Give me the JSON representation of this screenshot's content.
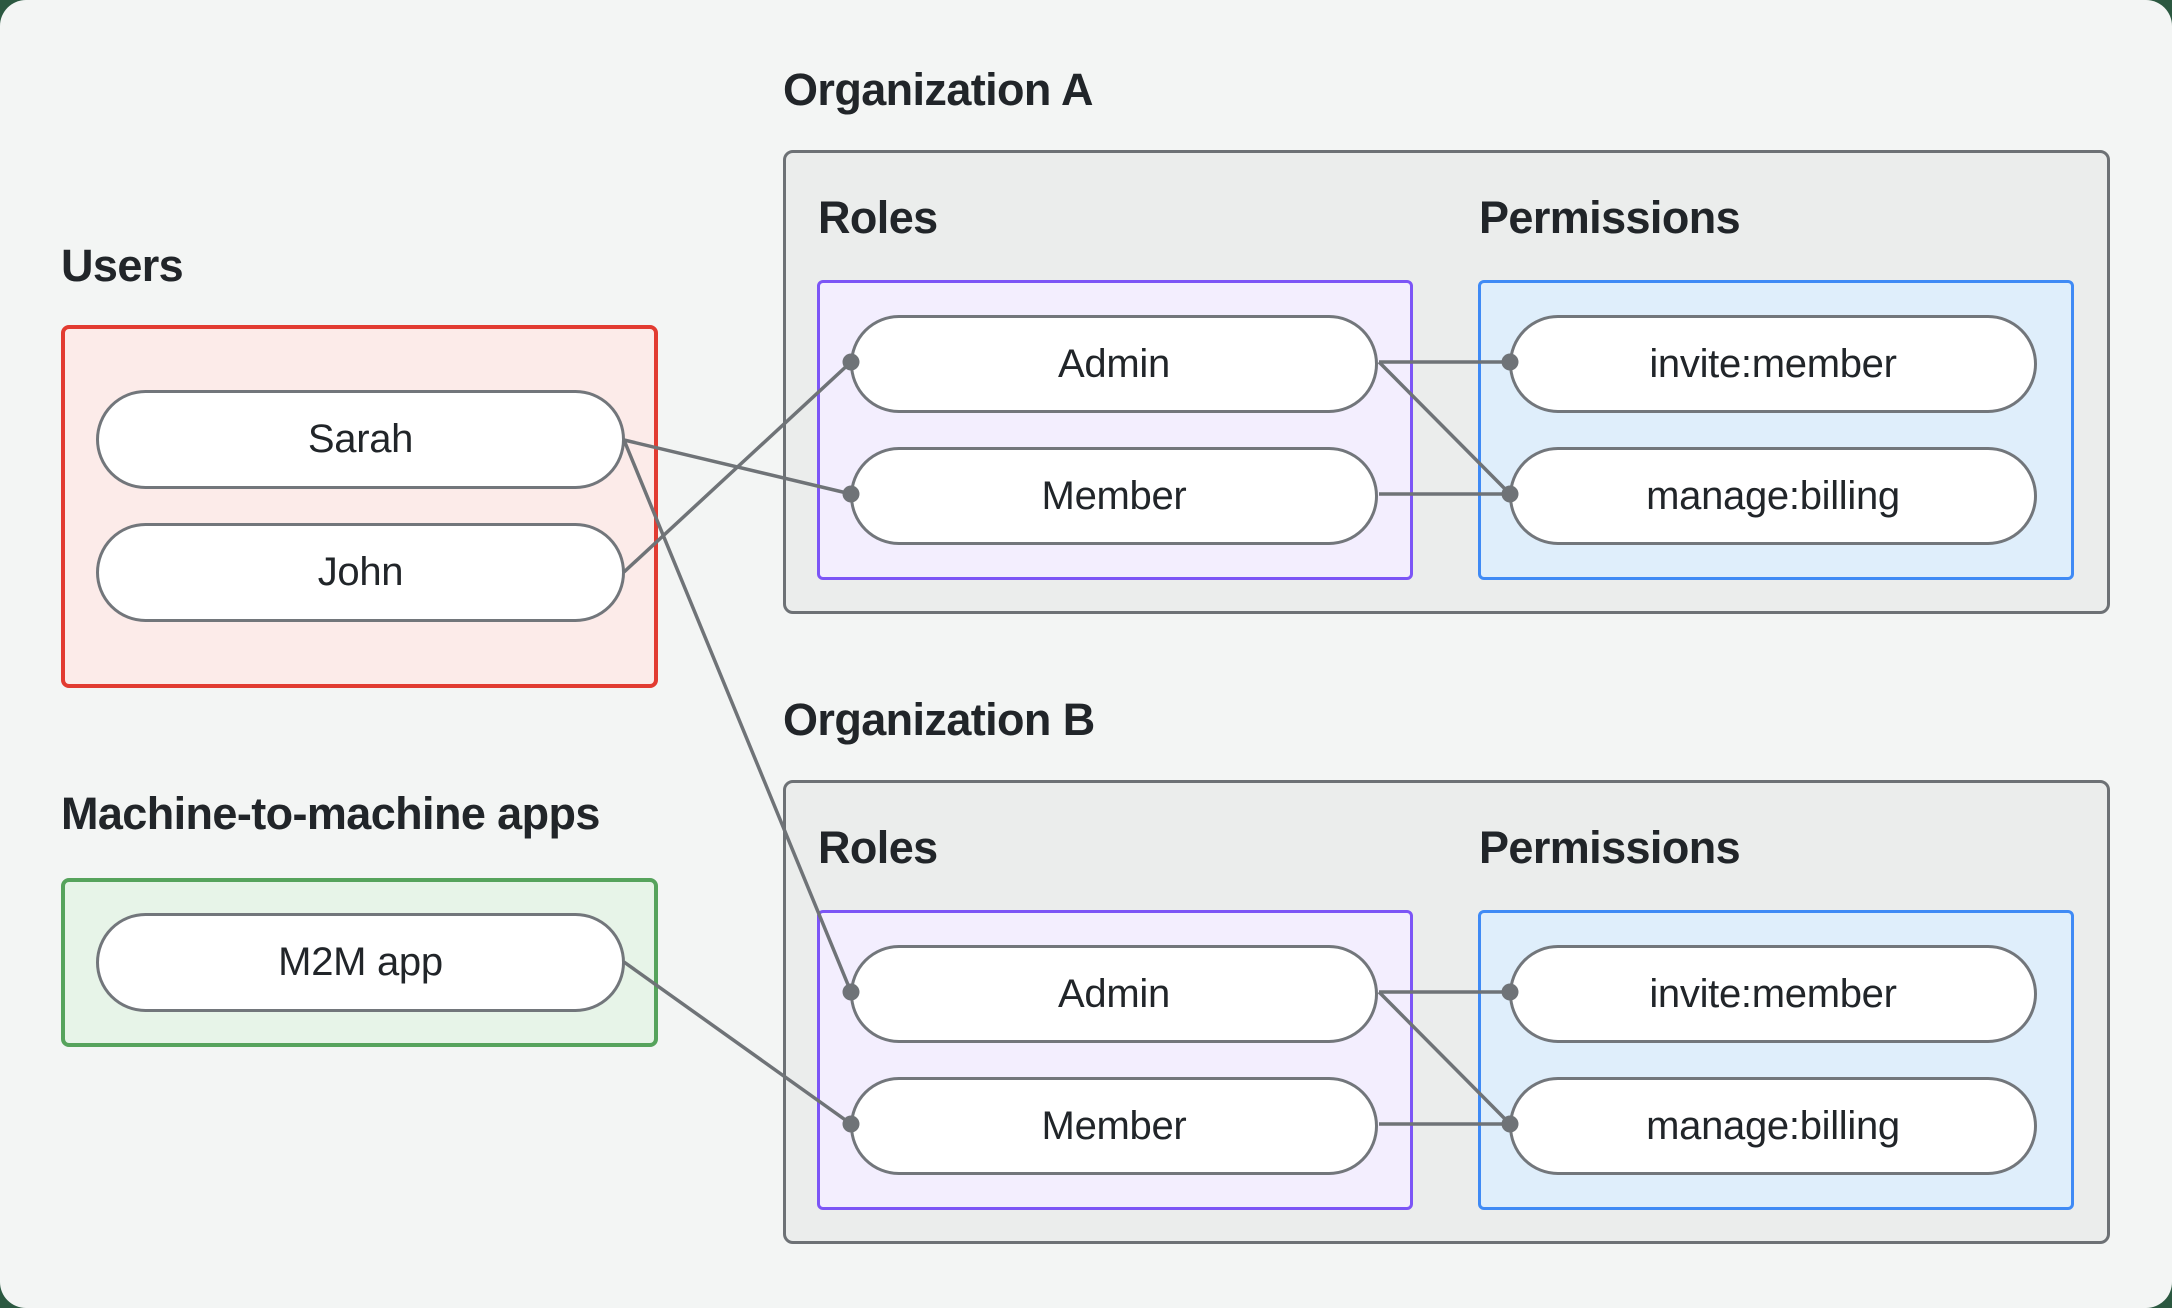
{
  "colors": {
    "page_bg": "#f3f5f4",
    "outer_bg": "#2b5840",
    "text": "#212529",
    "org_fill": "#ebedec",
    "org_border": "#6d7175",
    "users_fill": "#fcebe9",
    "users_border": "#e23b31",
    "m2m_fill": "#e7f4e8",
    "m2m_border": "#56a35c",
    "roles_fill": "#f3eefe",
    "roles_border": "#7c55f6",
    "permissions_fill": "#dfeefb",
    "permissions_border": "#3f8af5",
    "pill_fill": "#ffffff",
    "pill_border": "#72767b",
    "line": "#6f7377"
  },
  "users_group": {
    "label": "Users",
    "items": [
      "Sarah",
      "John"
    ]
  },
  "m2m_group": {
    "label": "Machine-to-machine apps",
    "items": [
      "M2M app"
    ]
  },
  "orgs": [
    {
      "label": "Organization A",
      "roles_label": "Roles",
      "permissions_label": "Permissions",
      "roles": [
        "Admin",
        "Member"
      ],
      "permissions": [
        "invite:member",
        "manage:billing"
      ]
    },
    {
      "label": "Organization B",
      "roles_label": "Roles",
      "permissions_label": "Permissions",
      "roles": [
        "Admin",
        "Member"
      ],
      "permissions": [
        "invite:member",
        "manage:billing"
      ]
    }
  ],
  "connections": [
    {
      "from": "Sarah",
      "to": "Organization A / Member"
    },
    {
      "from": "John",
      "to": "Organization A / Admin"
    },
    {
      "from": "Sarah",
      "to": "Organization B / Admin"
    },
    {
      "from": "M2M app",
      "to": "Organization B / Member"
    },
    {
      "from": "Organization A / Admin",
      "to": "Organization A / invite:member"
    },
    {
      "from": "Organization A / Admin",
      "to": "Organization A / manage:billing"
    },
    {
      "from": "Organization A / Member",
      "to": "Organization A / manage:billing"
    },
    {
      "from": "Organization B / Admin",
      "to": "Organization B / invite:member"
    },
    {
      "from": "Organization B / Admin",
      "to": "Organization B / manage:billing"
    },
    {
      "from": "Organization B / Member",
      "to": "Organization B / manage:billing"
    }
  ]
}
